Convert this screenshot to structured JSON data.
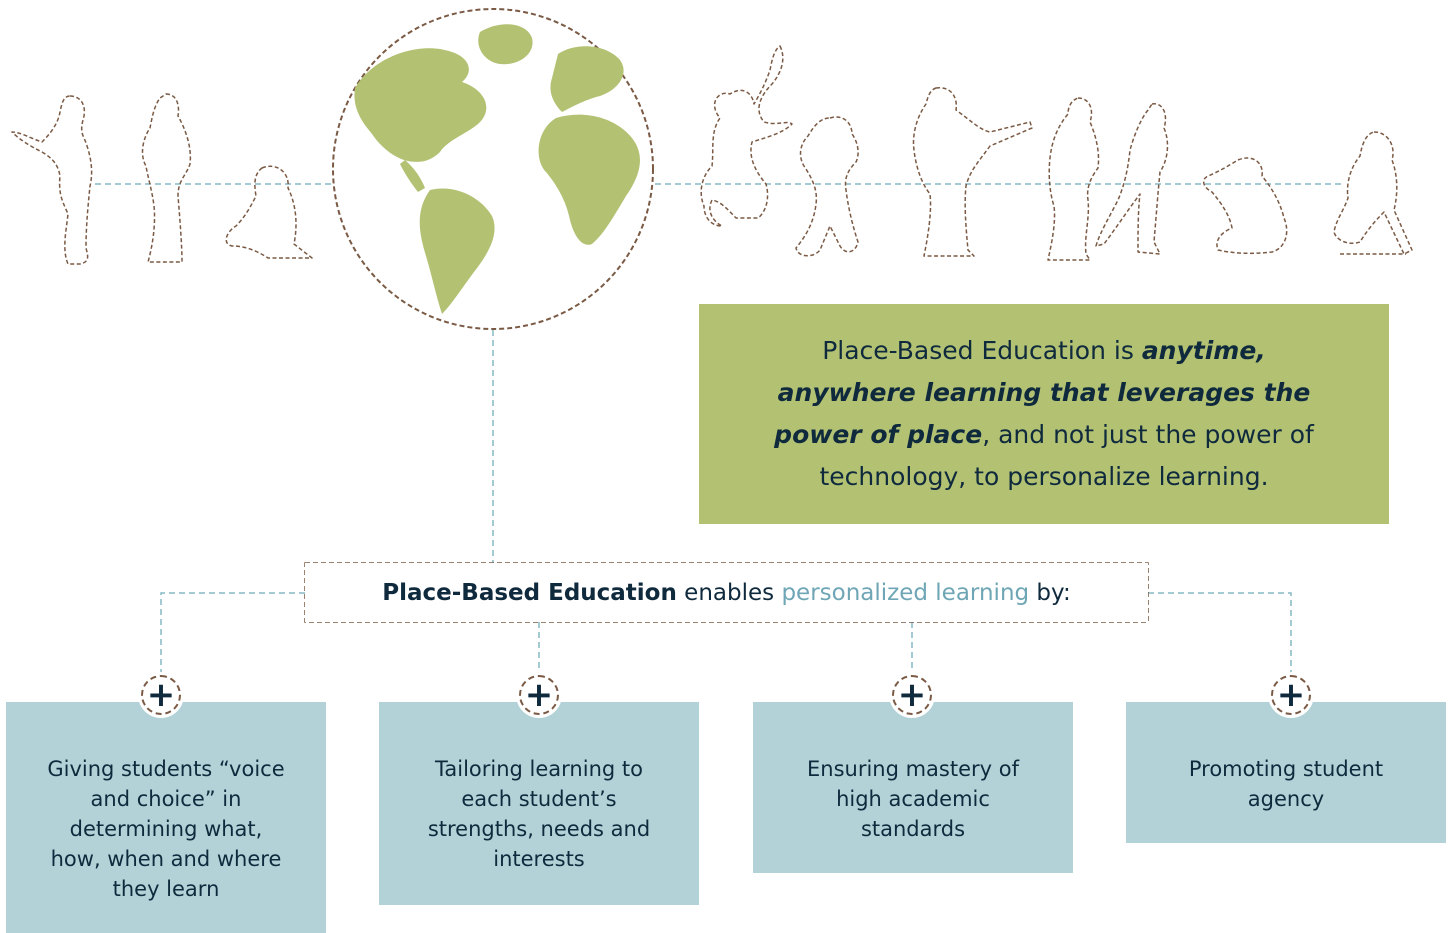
{
  "quote": {
    "prefix": "Place-Based Education is ",
    "emphasis": "anytime, anywhere learning that leverages the power of place",
    "suffix": ", and not just the power of technology, to personalize learning."
  },
  "enables": {
    "subject": "Place-Based Education",
    "verb": " enables ",
    "highlight": "personalized learning",
    "tail": " by:"
  },
  "plus_glyph": "+",
  "cards": [
    {
      "text": "Giving students “voice and choice” in determining what, how, when and where they learn"
    },
    {
      "text": "Tailoring learning to each student’s strengths, needs and interests"
    },
    {
      "text": "Ensuring mastery of high academic standards"
    },
    {
      "text": "Promoting student agency"
    }
  ],
  "colors": {
    "quote_box": "#b3c173",
    "card_box": "#b3d2d8",
    "highlight": "#6fa6b5",
    "text": "#0f2a3d",
    "dashed_outline": "#7a5a44",
    "connector": "#86b8c6",
    "continents": "#b3c173"
  },
  "icons": {
    "globe": "globe-icon",
    "figures": [
      "child-pointing-icon",
      "child-standing-icon",
      "child-kneeling-icon",
      "child-jumping-icon",
      "child-covering-ears-icon",
      "child-with-guitar-icon",
      "child-standing-icon",
      "child-walking-icon",
      "child-crouching-icon",
      "child-with-scooter-icon"
    ],
    "plus": "plus-icon"
  }
}
